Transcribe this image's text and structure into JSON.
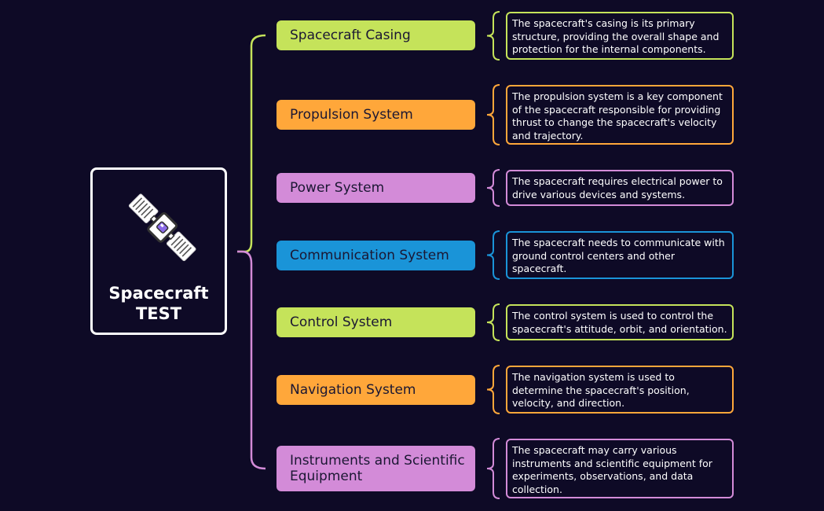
{
  "root": {
    "title_line1": "Spacecraft",
    "title_line2": "TEST",
    "icon": "satellite-icon"
  },
  "colors": {
    "background": "#0e0a26",
    "green": "#c5e35a",
    "orange": "#ffa73a",
    "purple": "#d38bd8",
    "blue": "#1a94d8"
  },
  "branches": [
    {
      "label": "Spacecraft Casing",
      "color": "#c5e35a",
      "description": "The spacecraft's casing is its primary structure, providing the overall shape and protection for the internal components."
    },
    {
      "label": "Propulsion System",
      "color": "#ffa73a",
      "description": "The propulsion system is a key component of the spacecraft responsible for providing thrust to change the spacecraft's velocity and trajectory."
    },
    {
      "label": "Power System",
      "color": "#d38bd8",
      "description": "The spacecraft requires electrical power to drive various devices and systems."
    },
    {
      "label": "Communication System",
      "color": "#1a94d8",
      "description": "The spacecraft needs to communicate with ground control centers and other spacecraft."
    },
    {
      "label": "Control System",
      "color": "#c5e35a",
      "description": "The control system is used to control the spacecraft's attitude, orbit, and orientation."
    },
    {
      "label": "Navigation System",
      "color": "#ffa73a",
      "description": " The navigation system is used to determine the spacecraft's position, velocity, and direction."
    },
    {
      "label": "Instruments and Scientific Equipment",
      "color": "#d38bd8",
      "description": "The spacecraft may carry various instruments and scientific equipment for experiments, observations, and data collection."
    }
  ]
}
